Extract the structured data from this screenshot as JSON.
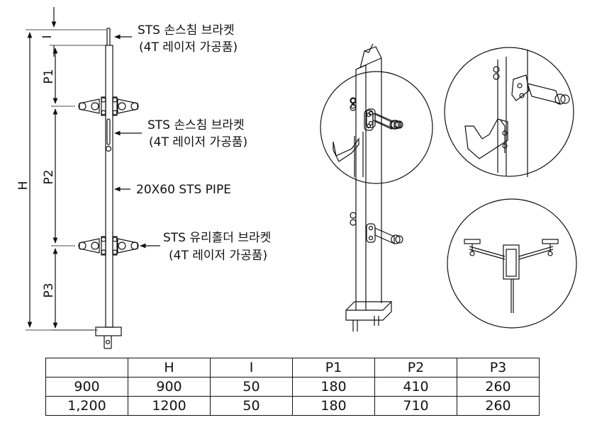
{
  "labels": {
    "top_bracket_line1": "STS 손스침 브라켓",
    "top_bracket_line2": "(4T 레이저 가공품)",
    "mid_bracket_line1": "STS 손스침 브라켓",
    "mid_bracket_line2": "(4T 레이저 가공품)",
    "pipe": "20X60 STS PIPE",
    "glass_holder_line1": "STS 유리홀더 브라켓",
    "glass_holder_line2": "(4T 레이저 가공품)"
  },
  "dimensions": {
    "H": "H",
    "I": "I",
    "P1": "P1",
    "P2": "P2",
    "P3": "P3"
  },
  "table": {
    "header": [
      "",
      "H",
      "I",
      "P1",
      "P2",
      "P3"
    ],
    "rows": [
      [
        "900",
        "900",
        "50",
        "180",
        "410",
        "260"
      ],
      [
        "1,200",
        "1200",
        "50",
        "180",
        "710",
        "260"
      ]
    ]
  }
}
